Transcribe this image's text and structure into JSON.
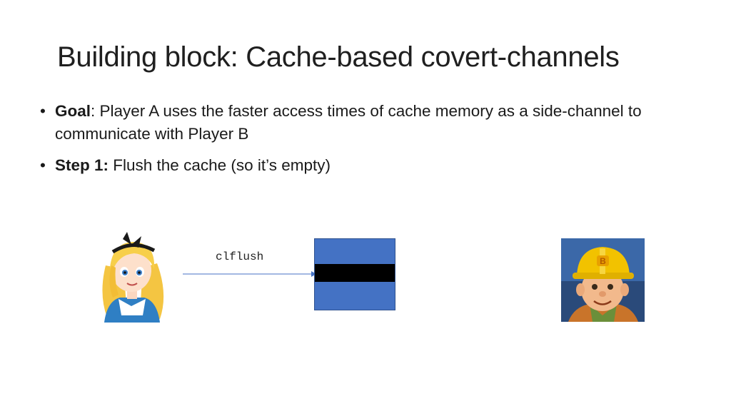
{
  "slide": {
    "title": "Building block: Cache-based covert-channels",
    "bullets": [
      {
        "label": "Goal",
        "text": ": Player A uses the faster access times of cache memory as a side-channel to communicate with Player B"
      },
      {
        "label": "Step 1:",
        "text": " Flush the cache (so it’s empty)"
      }
    ],
    "bullet_symbol": "•"
  },
  "diagram": {
    "instruction_label": "clflush",
    "arrow_color": "#4472c4",
    "cache_color": "#4472c4",
    "flushed_line_color": "#000000",
    "player_a_icon": "alice-character-icon",
    "player_b_icon": "bob-builder-character-icon"
  }
}
